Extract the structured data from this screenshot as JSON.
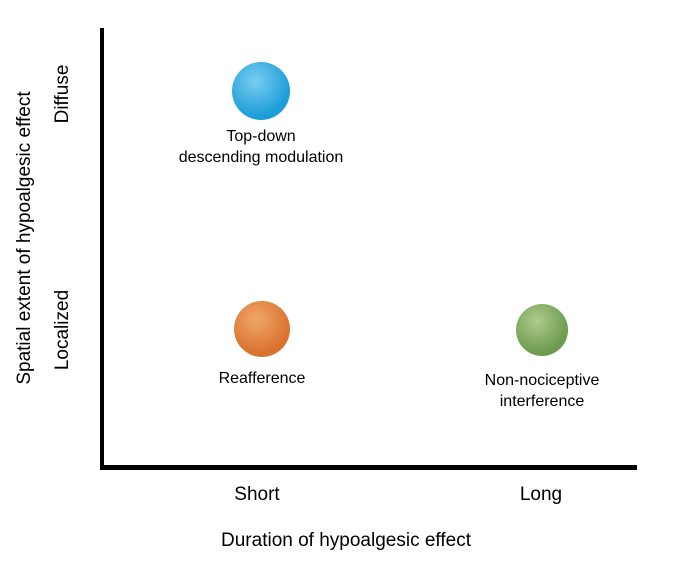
{
  "chart_data": {
    "type": "scatter",
    "title": "",
    "xlabel": "Duration of hypoalgesic effect",
    "ylabel": "Spatial extent of hypoalgesic effect",
    "x_ticks": [
      "Short",
      "Long"
    ],
    "y_ticks": [
      "Diffuse",
      "Localized"
    ],
    "grid": false,
    "legend": false,
    "axis_color": "#000000",
    "points": [
      {
        "label": "Top-down\ndescending modulation",
        "x": "Short",
        "y": "Diffuse",
        "color": "#1b9ed9",
        "color_light": "#7bcdf0"
      },
      {
        "label": "Reafference",
        "x": "Short",
        "y": "Localized",
        "color": "#d9722e",
        "color_light": "#f0a768"
      },
      {
        "label": "Non-nociceptive\ninterference",
        "x": "Long",
        "y": "Localized",
        "color": "#6d9b4f",
        "color_light": "#aecb8d"
      }
    ]
  }
}
